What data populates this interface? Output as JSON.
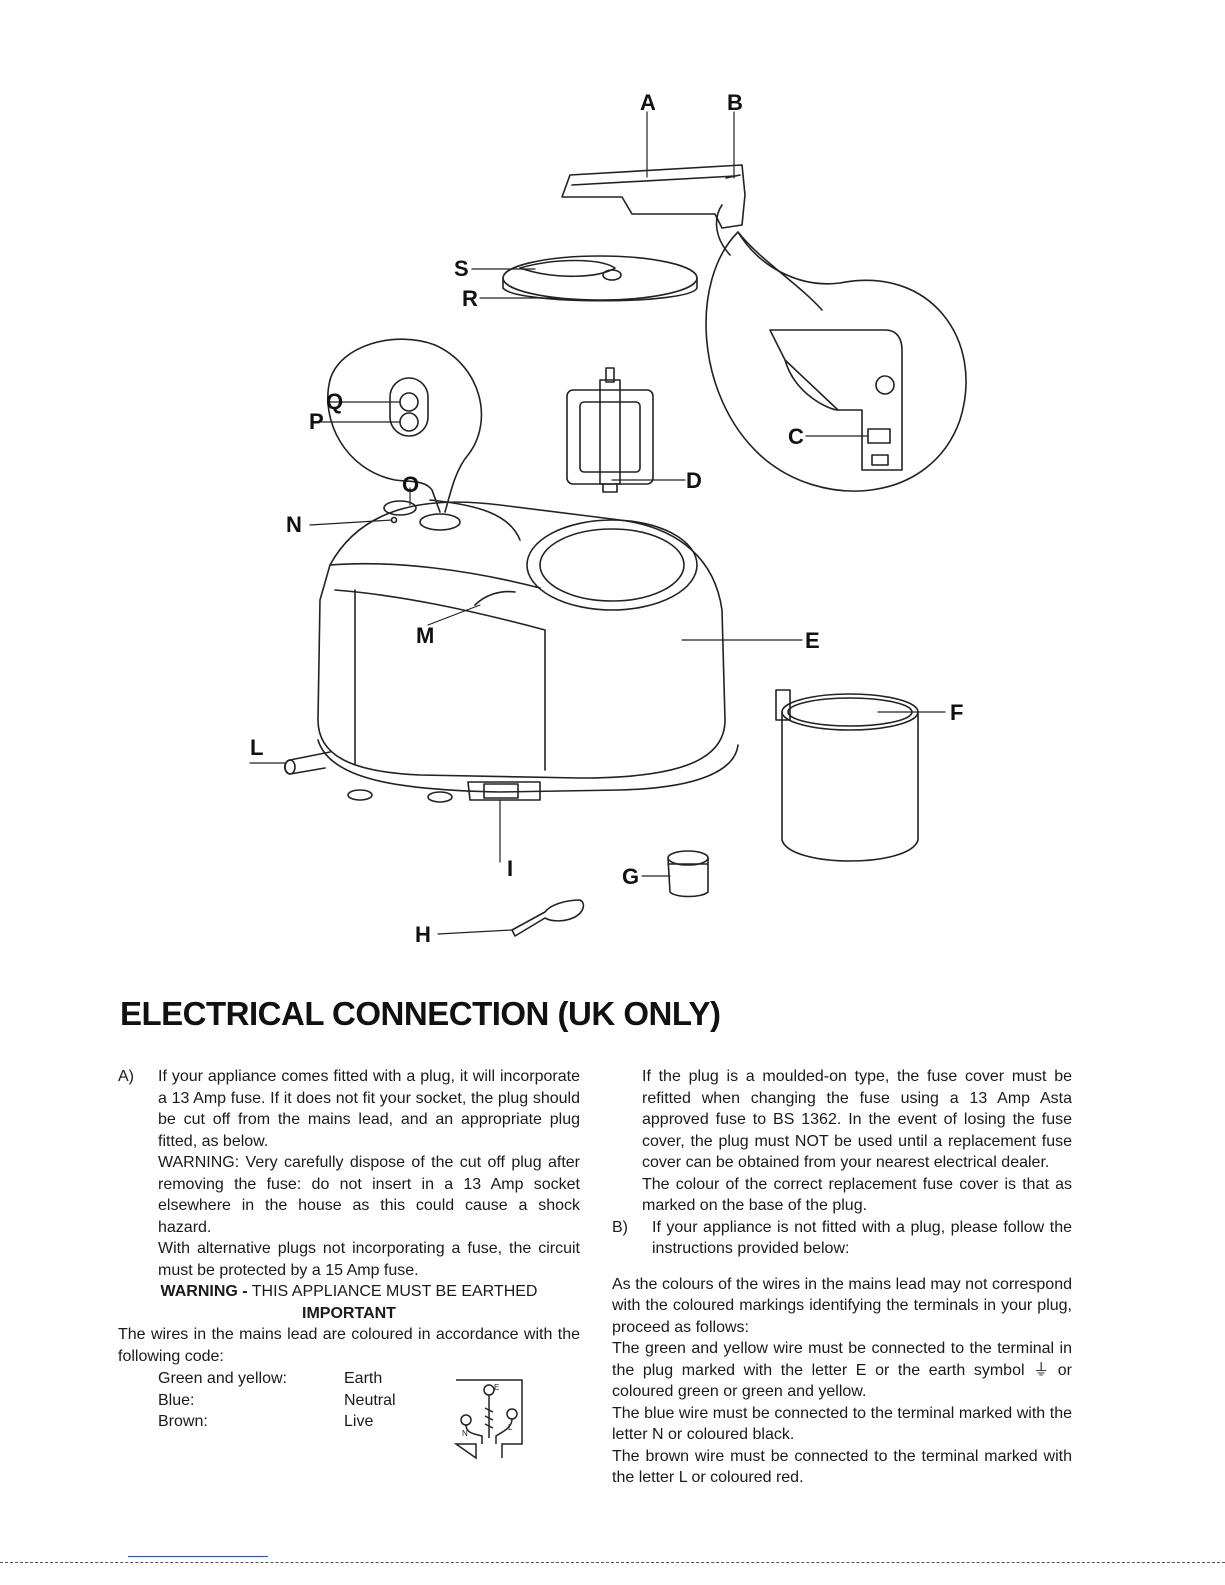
{
  "diagram": {
    "labels": {
      "A": "A",
      "B": "B",
      "C": "C",
      "D": "D",
      "E": "E",
      "F": "F",
      "G": "G",
      "H": "H",
      "I": "I",
      "L": "L",
      "M": "M",
      "N": "N",
      "O": "O",
      "P": "P",
      "Q": "Q",
      "R": "R",
      "S": "S"
    }
  },
  "title": "ELECTRICAL CONNECTION (UK ONLY)",
  "left": {
    "a_marker": "A)",
    "a_paragraphs": [
      "If your appliance comes fitted with a plug, it will incorporate a 13 Amp fuse. If it does not fit your socket, the plug should be cut off from the mains lead, and an appropriate plug fitted, as below.",
      "WARNING: Very carefully dispose of the cut off plug after removing the fuse: do not insert in a 13 Amp socket elsewhere in the house as this could cause a shock hazard.",
      "With alternative plugs not incorporating a fuse, the circuit must be protected by a 15 Amp fuse."
    ],
    "warning_bold": "WARNING -",
    "warning_rest": " THIS APPLIANCE MUST BE EARTHED",
    "important": "IMPORTANT",
    "wires_intro": "The wires in the mains lead are coloured in accordance with the following code:",
    "colour_code": [
      {
        "colour": "Green and yellow:",
        "meaning": "Earth"
      },
      {
        "colour": "Blue:",
        "meaning": "Neutral"
      },
      {
        "colour": "Brown:",
        "meaning": "Live"
      }
    ],
    "plug_letters": {
      "e": "E",
      "n": "N",
      "l": "L"
    }
  },
  "right": {
    "moulded_paragraphs": [
      "If the plug is a moulded-on type, the fuse cover must be refitted when changing the fuse using a 13 Amp Asta approved fuse to BS 1362. In the event of losing the fuse cover, the plug must NOT be used until a replacement fuse cover can be obtained from your nearest electrical dealer.",
      "The colour of the correct replacement fuse cover is that as marked on the base of the plug."
    ],
    "b_marker": "B)",
    "b_text": "If your appliance is not fitted with a plug, please follow the instructions provided below:",
    "colours_para": "As the colours of the wires in the mains lead may not correspond with the coloured markings identifying the terminals in your plug, proceed as follows:",
    "green_pre": "The green and yellow wire must be connected to the terminal in the plug marked with the letter E or the earth symbol ",
    "earth_symbol": "⏚",
    "green_post": " or coloured green or green and yellow.",
    "blue_para": "The blue wire must be connected to the terminal marked with the letter N or coloured black.",
    "brown_para": "The brown wire must be connected to the terminal marked with the letter L or coloured red."
  }
}
